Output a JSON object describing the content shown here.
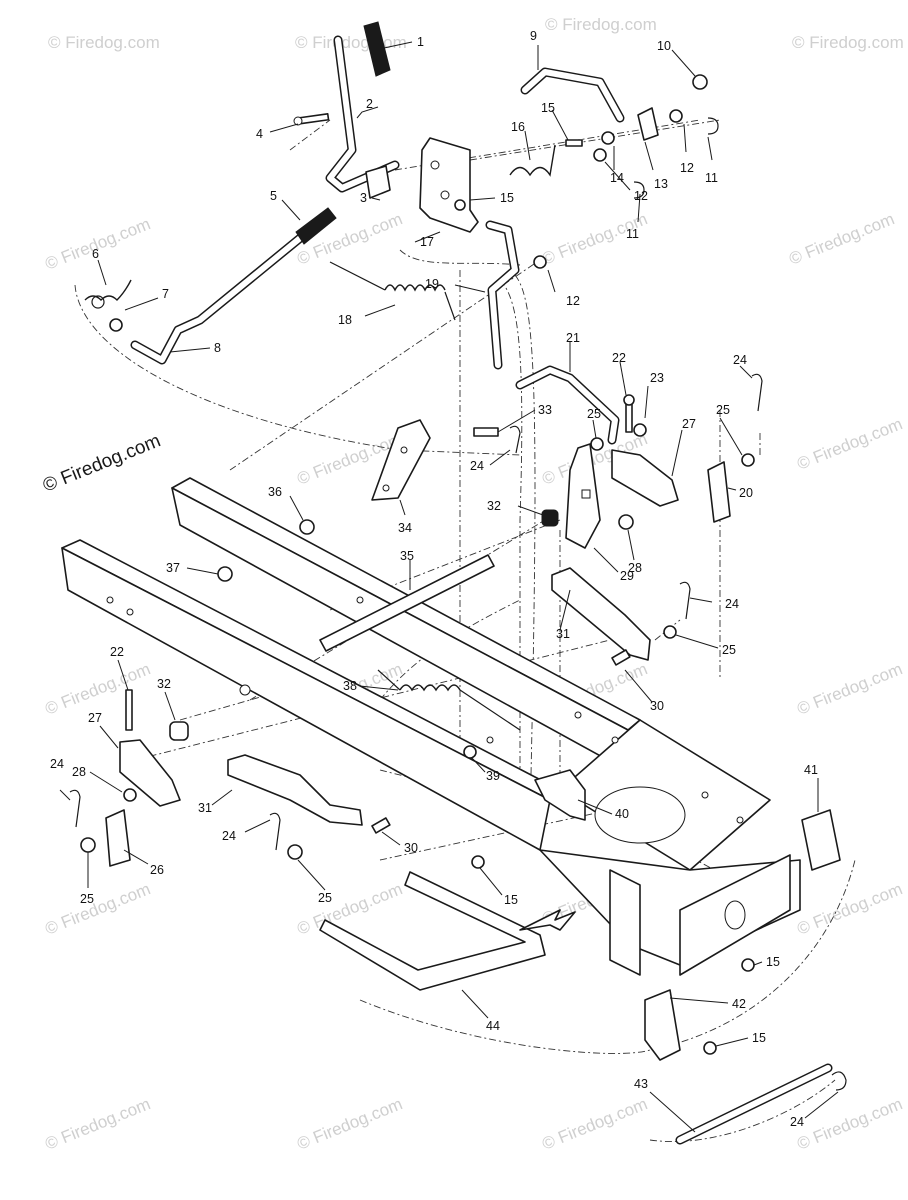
{
  "watermark": {
    "text": "© Firedog.com",
    "prominent_text": "© Firedog.com"
  },
  "callouts": [
    "1",
    "2",
    "3",
    "4",
    "5",
    "6",
    "7",
    "8",
    "9",
    "10",
    "11",
    "12",
    "12",
    "12",
    "13",
    "14",
    "15",
    "15",
    "16",
    "11",
    "17",
    "18",
    "19",
    "21",
    "22",
    "23",
    "24",
    "25",
    "24",
    "25",
    "33",
    "27",
    "20",
    "36",
    "34",
    "32",
    "29",
    "28",
    "37",
    "35",
    "24",
    "31",
    "25",
    "30",
    "22",
    "32",
    "38",
    "27",
    "39",
    "40",
    "41",
    "24",
    "28",
    "31",
    "24",
    "30",
    "26",
    "25",
    "15",
    "25",
    "15",
    "42",
    "15",
    "43",
    "24",
    "44"
  ]
}
